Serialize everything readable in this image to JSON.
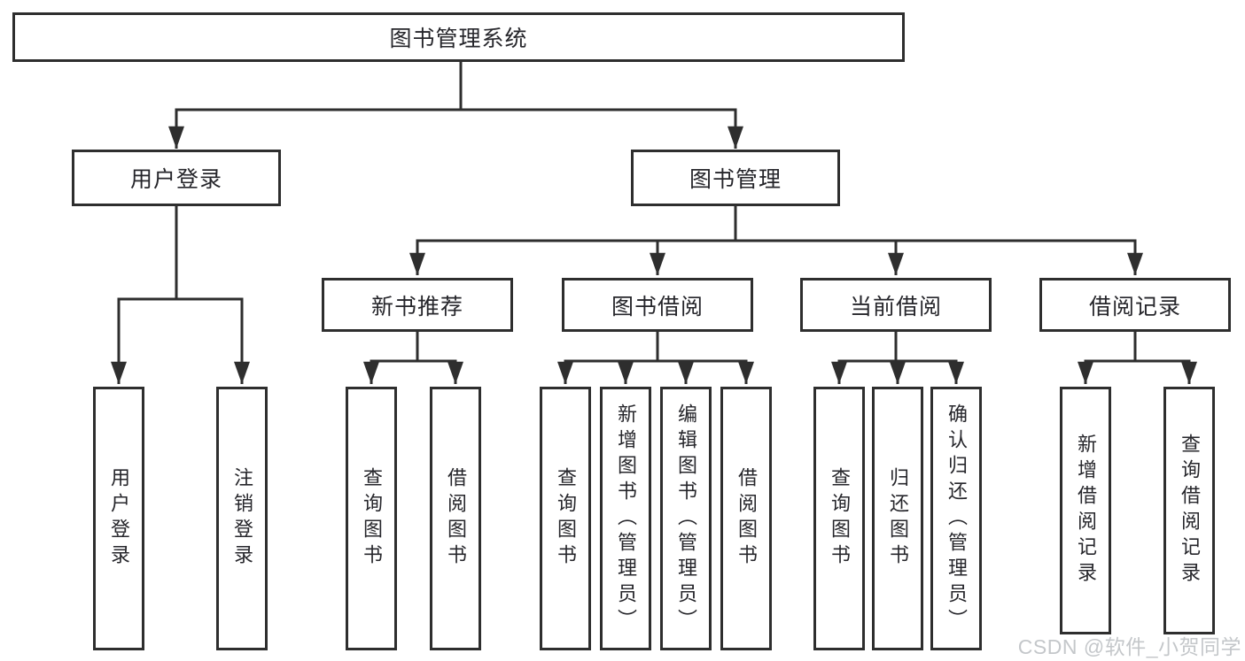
{
  "diagram": {
    "root": "图书管理系统",
    "branches": [
      {
        "label": "用户登录",
        "children": [
          "用户登录",
          "注销登录"
        ]
      },
      {
        "label": "图书管理",
        "children": [
          {
            "label": "新书推荐",
            "children": [
              "查询图书",
              "借阅图书"
            ]
          },
          {
            "label": "图书借阅",
            "children": [
              "查询图书",
              "新增图书（管理员）",
              "编辑图书（管理员）",
              "借阅图书"
            ]
          },
          {
            "label": "当前借阅",
            "children": [
              "查询图书",
              "归还图书",
              "确认归还（管理员）"
            ]
          },
          {
            "label": "借阅记录",
            "children": [
              "新增借阅记录",
              "查询借阅记录"
            ]
          }
        ]
      }
    ]
  },
  "watermark": {
    "text": "CSDN @软件_小贺同学"
  },
  "colors": {
    "line": "#2e2e2e",
    "box_border": "#2e2e2e",
    "text": "#26262b",
    "background": "#ffffff",
    "watermark": "#c4c7ca"
  }
}
